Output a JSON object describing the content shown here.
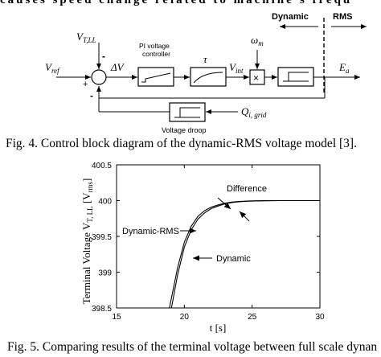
{
  "top_text": "causes speed change related to machine's frequ",
  "fig4": {
    "caption": "Fig. 4. Control block diagram of the dynamic-RMS voltage model [3].",
    "regions": {
      "dynamic": "Dynamic",
      "rms": "RMS"
    },
    "signals": {
      "vref": "V",
      "vref_sub": "ref",
      "vtll": "V",
      "vtll_sub": "T,LL",
      "dv": "ΔV",
      "tau": "τ",
      "vint": "V",
      "vint_sub": "int",
      "wm": "ω",
      "wm_sub": "m",
      "ea": "E",
      "ea_sub": "a",
      "q": "Q",
      "q_sub": "i, grid"
    },
    "blocks": {
      "pi_label_1": "PI voltage",
      "pi_label_2": "controller",
      "multiply": "×",
      "droop_label": "Voltage droop"
    },
    "signs": {
      "plus": "+",
      "minus_top": "-",
      "minus_bottom": "-"
    }
  },
  "fig5": {
    "caption": "Fig. 5. Comparing results of the terminal voltage between full scale dynan",
    "annotations": {
      "difference": "Difference",
      "dynamic_rms": "Dynamic-RMS",
      "dynamic": "Dynamic"
    }
  },
  "chart_data": {
    "type": "line",
    "xlabel": "t [s]",
    "ylabel": "Terminal Voltage V",
    "ylabel_sub": "T, LL",
    "ylabel_unit": " [V",
    "ylabel_unit_sub": "rms",
    "ylabel_close": "]",
    "xlim": [
      15,
      30
    ],
    "ylim": [
      398.5,
      400.5
    ],
    "xticks": [
      15,
      20,
      25,
      30
    ],
    "xtick_labels": [
      "15",
      "20",
      "25",
      "30"
    ],
    "yticks": [
      398.5,
      399,
      399.5,
      400,
      400.5
    ],
    "ytick_labels": [
      "398.5",
      "399",
      "399.5",
      "400",
      "400.5"
    ],
    "grid": false,
    "series": [
      {
        "name": "Dynamic-RMS",
        "x": [
          18.9,
          19.5,
          20,
          20.5,
          21,
          21.5,
          22,
          22.5,
          23,
          23.5,
          24,
          24.5,
          25,
          26,
          27,
          28,
          29,
          30
        ],
        "y": [
          398.5,
          399.06,
          399.42,
          399.64,
          399.78,
          399.86,
          399.91,
          399.94,
          399.965,
          399.98,
          399.988,
          399.993,
          399.996,
          399.999,
          400,
          400,
          400,
          400
        ]
      },
      {
        "name": "Dynamic",
        "x": [
          19.05,
          19.5,
          20,
          20.5,
          21,
          21.5,
          22,
          22.5,
          23,
          23.5,
          24,
          24.5,
          25,
          26,
          27,
          28,
          29,
          30
        ],
        "y": [
          398.5,
          398.96,
          399.35,
          399.59,
          399.74,
          399.83,
          399.89,
          399.925,
          399.955,
          399.972,
          399.983,
          399.99,
          399.994,
          399.998,
          400,
          400,
          400,
          400
        ]
      }
    ]
  }
}
